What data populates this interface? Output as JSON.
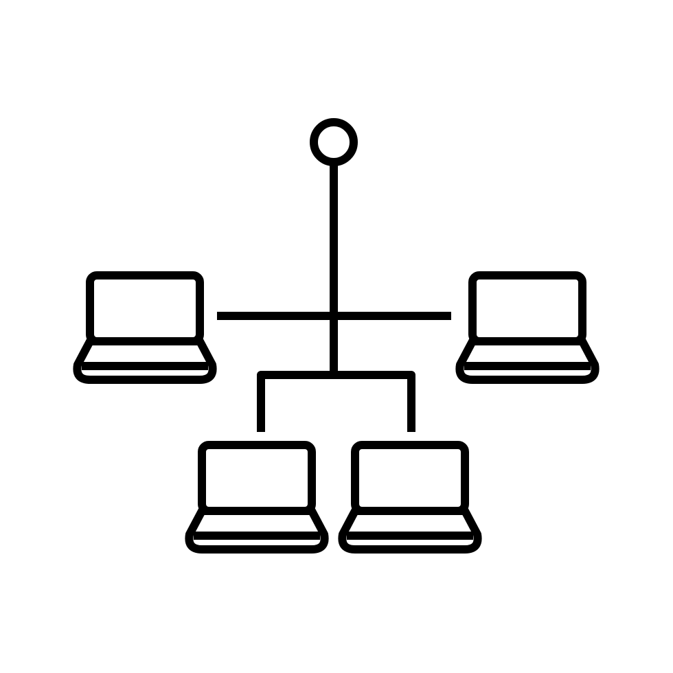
{
  "icon": {
    "name": "network-topology-icon",
    "stroke_color": "#000000",
    "background_color": "#ffffff",
    "hub": {
      "name": "hub-node-icon"
    },
    "laptops": [
      {
        "name": "laptop-icon-left"
      },
      {
        "name": "laptop-icon-right"
      },
      {
        "name": "laptop-icon-bottom-left"
      },
      {
        "name": "laptop-icon-bottom-right"
      }
    ]
  }
}
